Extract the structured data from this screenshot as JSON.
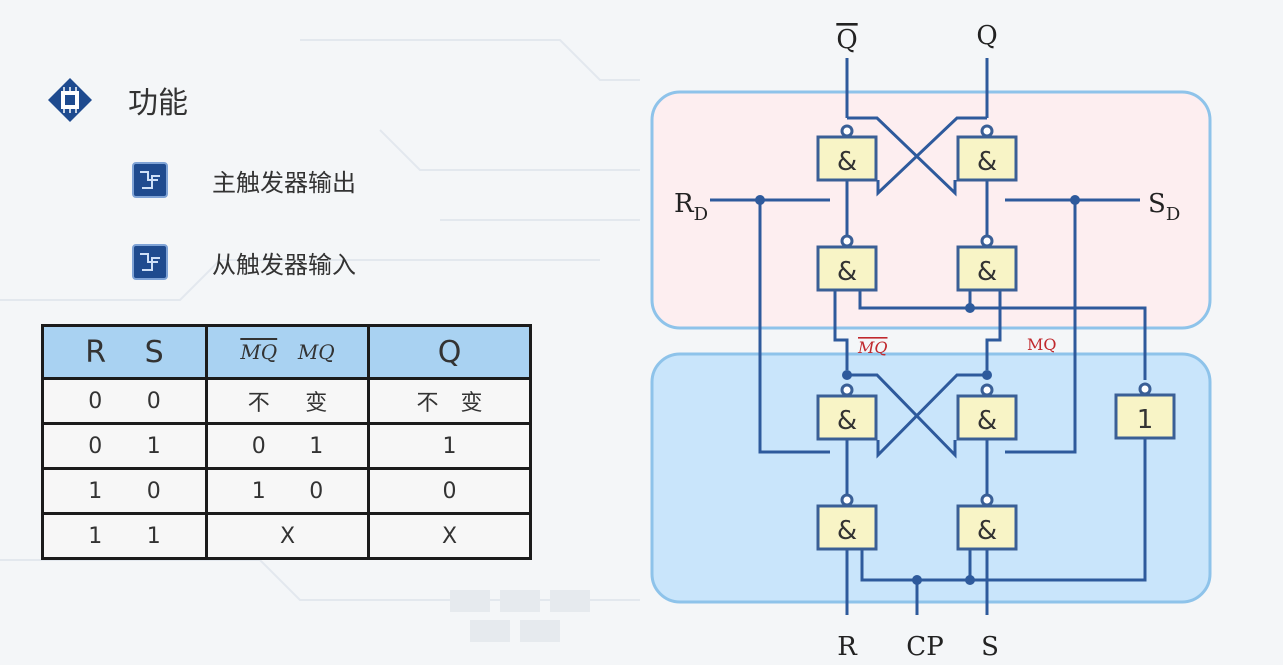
{
  "section": {
    "title": "功能",
    "icon": "chip-icon"
  },
  "bullets": [
    {
      "text": "主触发器输出",
      "icon": "circuit-chip-icon"
    },
    {
      "text": "从触发器输入",
      "icon": "circuit-chip-icon"
    }
  ],
  "table": {
    "header": {
      "r": "R",
      "s": "S",
      "mq_bar": "MQ",
      "mq": "MQ",
      "q": "Q"
    },
    "rows": [
      {
        "r": "0",
        "s": "0",
        "mq_bar": "不",
        "mq": "变",
        "q": "不　变",
        "merged_mq": false
      },
      {
        "r": "0",
        "s": "1",
        "mq_bar": "0",
        "mq": "1",
        "q": "1",
        "merged_mq": false
      },
      {
        "r": "1",
        "s": "0",
        "mq_bar": "1",
        "mq": "0",
        "q": "0",
        "merged_mq": false
      },
      {
        "r": "1",
        "s": "1",
        "mq_merged": "X",
        "q": "X",
        "merged_mq": true
      }
    ]
  },
  "circuit": {
    "outputs": {
      "q_bar": "Q",
      "q": "Q"
    },
    "inputs": {
      "r": "R",
      "cp": "CP",
      "s": "S"
    },
    "preset": {
      "rd_main": "R",
      "rd_sub": "D",
      "sd_main": "S",
      "sd_sub": "D"
    },
    "gate_and": "&",
    "gate_not": "1",
    "master_labels": {
      "mq_bar": "MQ",
      "mq": "MQ"
    },
    "colors": {
      "master_fill": "#fdeef0",
      "slave_fill": "#c9e5fb",
      "box_border": "#8ec3ea",
      "wire": "#2e5a9c",
      "gate_fill": "#f8f4c6",
      "gate_border": "#3a5f96",
      "mq_label": "#c0282d",
      "table_header": "#a9d2f2"
    }
  }
}
